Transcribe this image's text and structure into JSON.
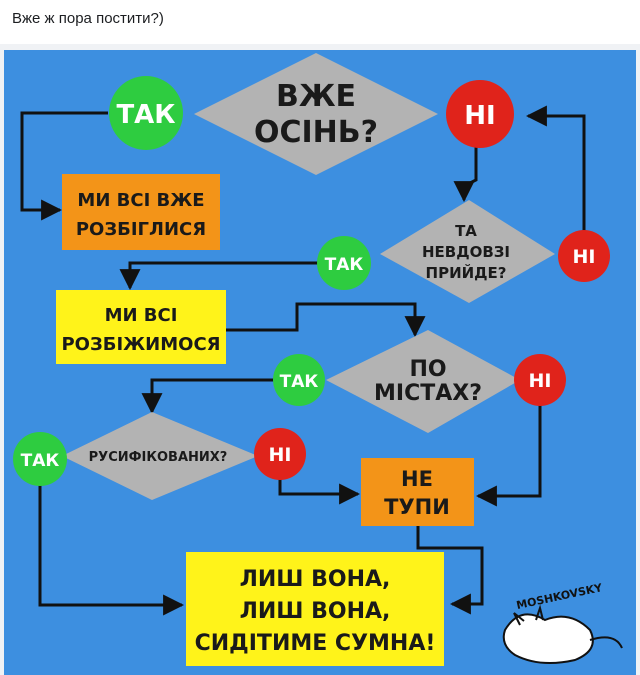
{
  "post": {
    "text": "Вже ж пора постити?)"
  },
  "flowchart": {
    "q1": [
      "ВЖЕ",
      "ОСІНЬ?"
    ],
    "q2": [
      "ТА",
      "НЕВДОВЗІ",
      "ПРИЙДЕ?"
    ],
    "q3": [
      "ПО",
      "МІСТАХ?"
    ],
    "q4": "РУСИФІКОВАНИХ?",
    "yes": "ТАК",
    "no": "НІ",
    "box1": [
      "МИ ВСІ ВЖЕ",
      "РОЗБІГЛИСЯ"
    ],
    "box2": [
      "МИ ВСІ",
      "РОЗБІЖИМОСЯ"
    ],
    "box3": [
      "НЕ",
      "ТУПИ"
    ],
    "box4": [
      "ЛИШ ВОНА,",
      "ЛИШ ВОНА,",
      "СИДІТИМЕ СУМНА!"
    ],
    "signature": "MOSHKOVSKY"
  },
  "colors": {
    "background": "#3d8fe0",
    "yes": "#2ecc40",
    "no": "#e0231b",
    "diamond": "#b3b3b3",
    "orange_box": "#f39418",
    "yellow_box": "#fff31a",
    "line": "#111111"
  }
}
